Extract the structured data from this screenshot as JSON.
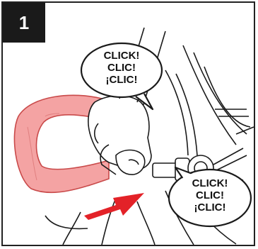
{
  "step": {
    "number": "1"
  },
  "bubbles": {
    "top": {
      "line1": "CLICK!",
      "line2": "CLIC!",
      "line3": "¡CLIC!"
    },
    "bottom": {
      "line1": "CLICK!",
      "line2": "CLIC!",
      "line3": "¡CLIC!"
    }
  },
  "colors": {
    "handle": "#f4a3a3",
    "handle_outline": "#c94a4a",
    "arrow": "#e32228",
    "line": "#1a1a1a",
    "badge": "#1a1a1a"
  },
  "icons": [
    "hand-icon",
    "handle-bar-icon",
    "direction-arrow-icon",
    "stroller-frame-icon"
  ]
}
